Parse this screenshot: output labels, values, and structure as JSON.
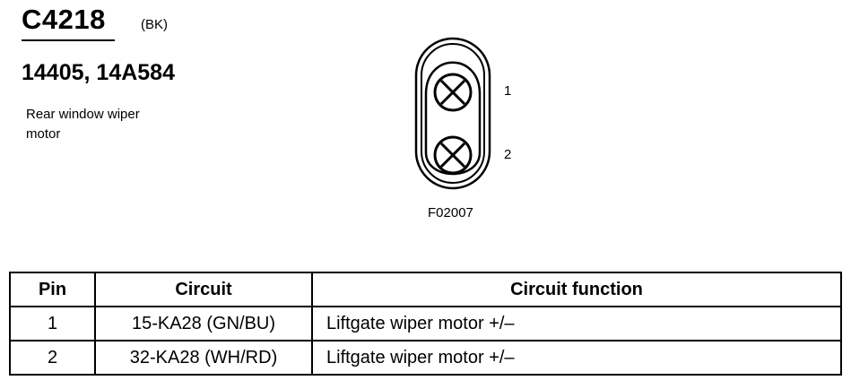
{
  "header": {
    "connector_id": "C4218",
    "connector_color": "(BK)",
    "part_numbers": "14405, 14A584",
    "component_line1": "Rear window wiper",
    "component_line2": "motor"
  },
  "diagram": {
    "pins": [
      {
        "label": "1"
      },
      {
        "label": "2"
      }
    ],
    "figure_code": "F02007"
  },
  "table": {
    "headers": {
      "pin": "Pin",
      "circuit": "Circuit",
      "function": "Circuit function"
    },
    "rows": [
      {
        "pin": "1",
        "circuit": "15-KA28 (GN/BU)",
        "function": "Liftgate wiper motor +/–"
      },
      {
        "pin": "2",
        "circuit": "32-KA28 (WH/RD)",
        "function": "Liftgate wiper motor +/–"
      }
    ]
  }
}
